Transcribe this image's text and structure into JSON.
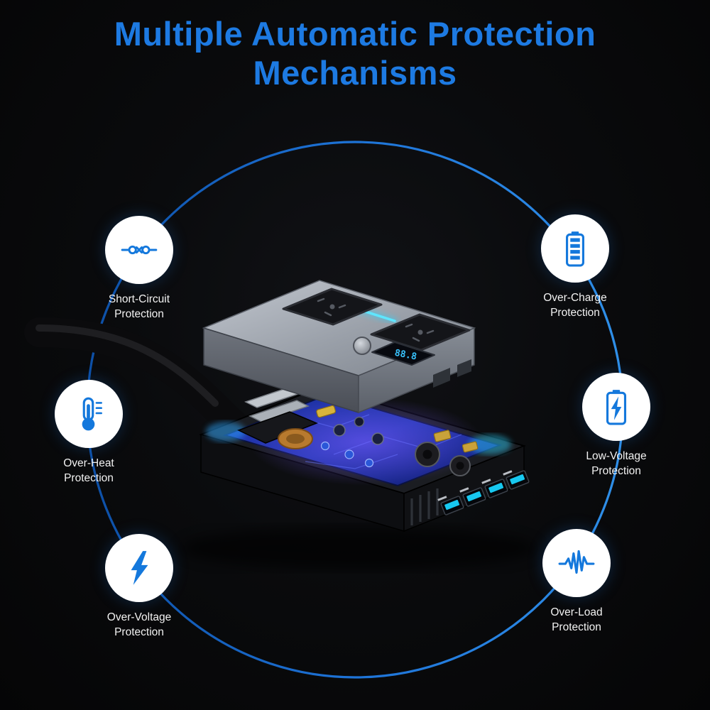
{
  "title": {
    "line1": "Multiple Automatic Protection",
    "line2": "Mechanisms"
  },
  "device": {
    "led_display": "88.8"
  },
  "features": [
    {
      "id": "short-circuit",
      "icon": "short-circuit-icon",
      "line1": "Short-Circuit",
      "line2": "Protection"
    },
    {
      "id": "over-charge",
      "icon": "battery-charge-icon",
      "line1": "Over-Charge",
      "line2": "Protection"
    },
    {
      "id": "over-heat",
      "icon": "thermometer-icon",
      "line1": "Over-Heat",
      "line2": "Protection"
    },
    {
      "id": "low-voltage",
      "icon": "battery-lightning-icon",
      "line1": "Low-Voltage",
      "line2": "Protection"
    },
    {
      "id": "over-voltage",
      "icon": "lightning-icon",
      "line1": "Over-Voltage",
      "line2": "Protection"
    },
    {
      "id": "over-load",
      "icon": "pulse-wave-icon",
      "line1": "Over-Load",
      "line2": "Protection"
    }
  ],
  "colors": {
    "accent_blue": "#1d7ae2",
    "icon_blue": "#1478dc",
    "ring_blue": "#1e6fd0",
    "led_cyan": "#2bd4ff",
    "background": "#070709"
  }
}
